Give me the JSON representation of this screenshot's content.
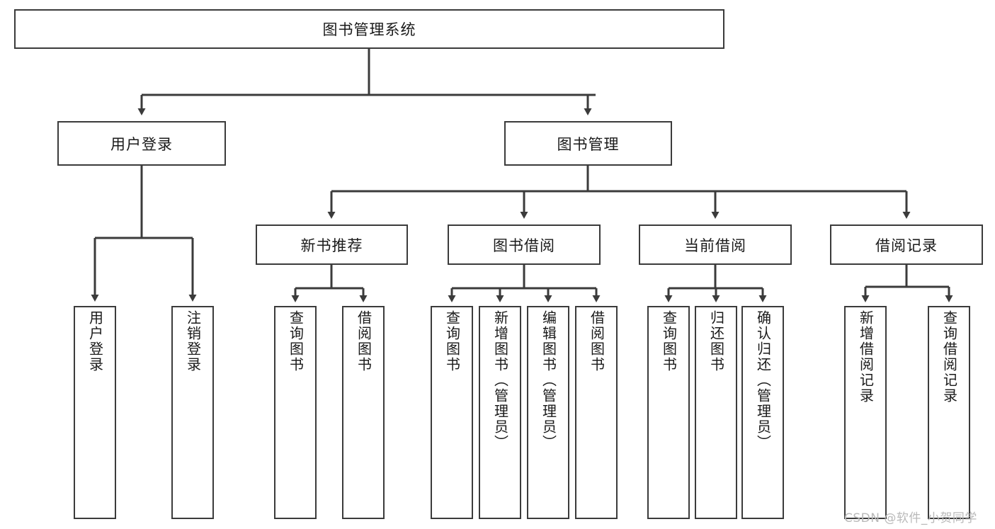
{
  "diagram": {
    "title": "图书管理系统",
    "watermark": "CSDN @软件_小贺同学",
    "colors": {
      "border": "#3b3b3b",
      "line": "#3b3b3b",
      "background": "#ffffff",
      "text": "#1a1a1a",
      "watermark": "#b9b9b9"
    },
    "nodes": {
      "root": "图书管理系统",
      "level2": {
        "user_login": "用户登录",
        "book_manage": "图书管理"
      },
      "level3": {
        "new_book_recommend": "新书推荐",
        "book_borrow": "图书借阅",
        "current_borrow": "当前借阅",
        "borrow_record": "借阅记录"
      },
      "leaves": {
        "user_login_1": "用户登录",
        "user_login_2": "注销登录",
        "recommend_1": "查询图书",
        "recommend_2": "借阅图书",
        "borrow_1": "查询图书",
        "borrow_2": "新增图书（管理员）",
        "borrow_3": "编辑图书（管理员）",
        "borrow_4": "借阅图书",
        "current_1": "查询图书",
        "current_2": "归还图书",
        "current_3": "确认归还（管理员）",
        "record_1": "新增借阅记录",
        "record_2": "查询借阅记录"
      }
    }
  }
}
